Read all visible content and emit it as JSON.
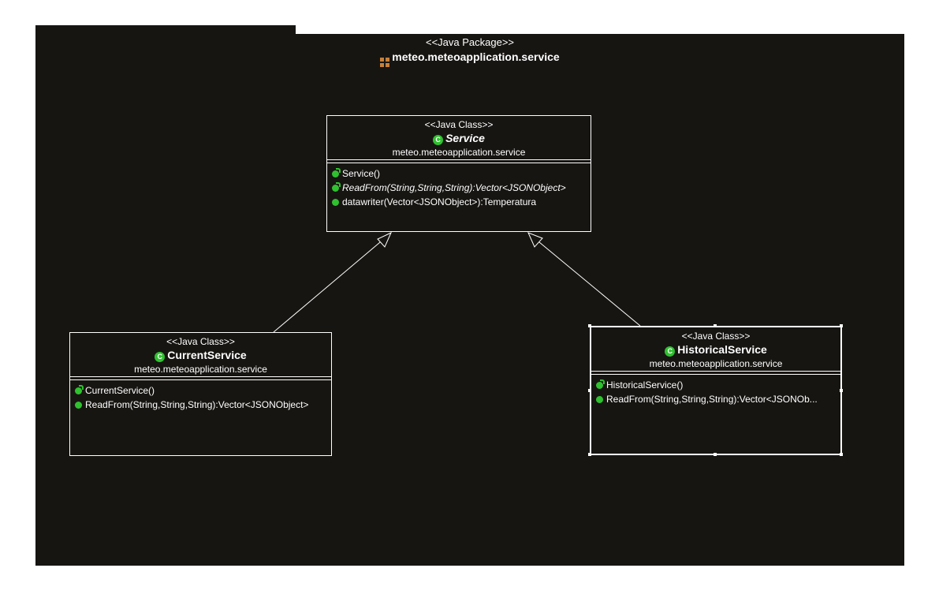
{
  "package": {
    "stereotype": "<<Java Package>>",
    "name": "meteo.meteoapplication.service"
  },
  "classes": {
    "service": {
      "stereotype": "<<Java Class>>",
      "name": "Service",
      "package": "meteo.meteoapplication.service",
      "operations": [
        "Service()",
        "ReadFrom(String,String,String):Vector<JSONObject>",
        "datawriter(Vector<JSONObject>):Temperatura"
      ]
    },
    "current": {
      "stereotype": "<<Java Class>>",
      "name": "CurrentService",
      "package": "meteo.meteoapplication.service",
      "operations": [
        "CurrentService()",
        "ReadFrom(String,String,String):Vector<JSONObject>"
      ]
    },
    "historical": {
      "stereotype": "<<Java Class>>",
      "name": "HistoricalService",
      "package": "meteo.meteoapplication.service",
      "operations": [
        "HistoricalService()",
        "ReadFrom(String,String,String):Vector<JSONOb..."
      ]
    }
  },
  "class_icon_letter": "C",
  "colors": {
    "background": "#171512",
    "method_icon": "#2fc12f",
    "package_icon": "#c8803a",
    "line": "#ffffff"
  }
}
